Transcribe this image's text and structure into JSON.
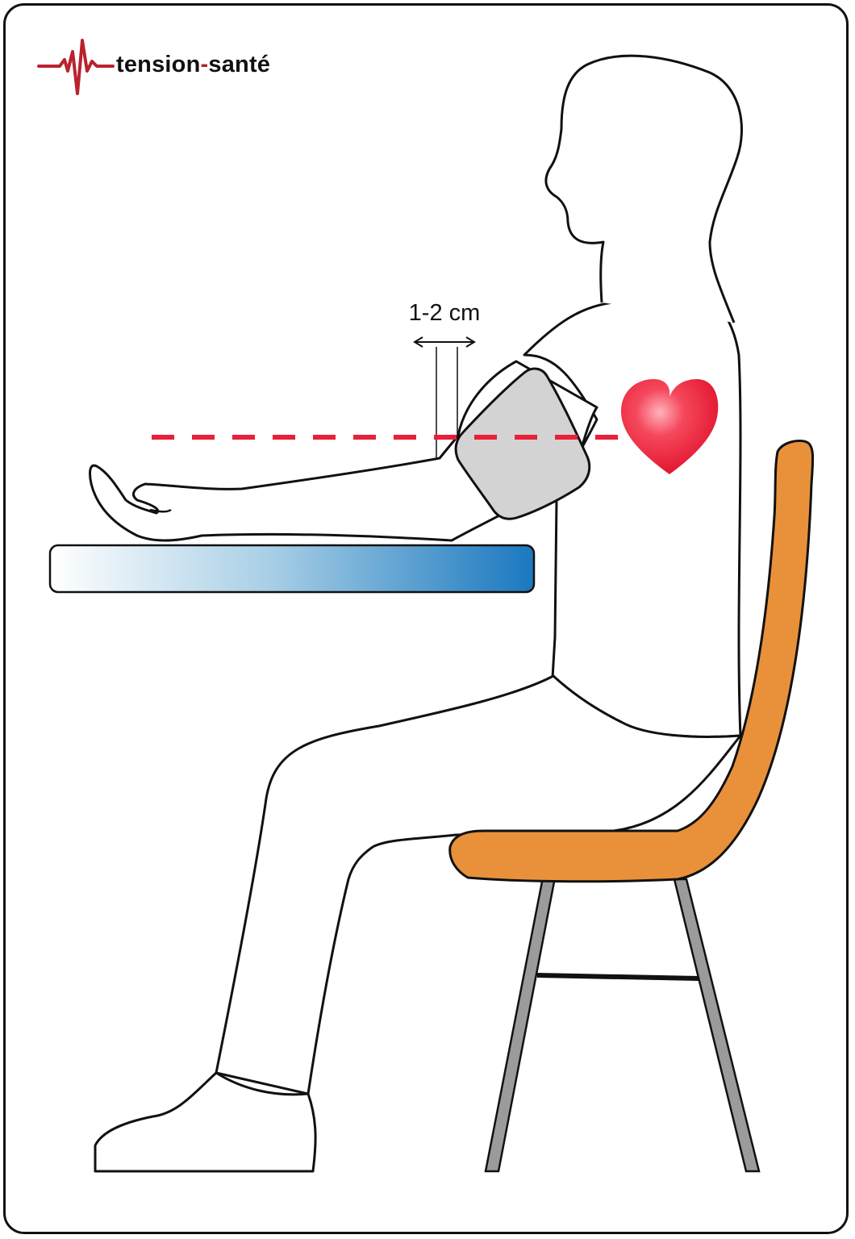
{
  "brand": {
    "name_part1": "tension",
    "separator": "-",
    "name_part2": "santé",
    "accent_color": "#b8232e"
  },
  "diagram": {
    "measure_label": "1-2 cm",
    "colors": {
      "outline": "#111111",
      "cuff": "#d3d3d3",
      "heart": "#f0203a",
      "dashed_line": "#e8203a",
      "chair_seat": "#e9913a",
      "chair_legs": "#9b9b9b",
      "table_light": "#ffffff",
      "table_dark": "#1a78bf"
    },
    "icons": [
      "pulse-icon",
      "heart-icon"
    ]
  }
}
